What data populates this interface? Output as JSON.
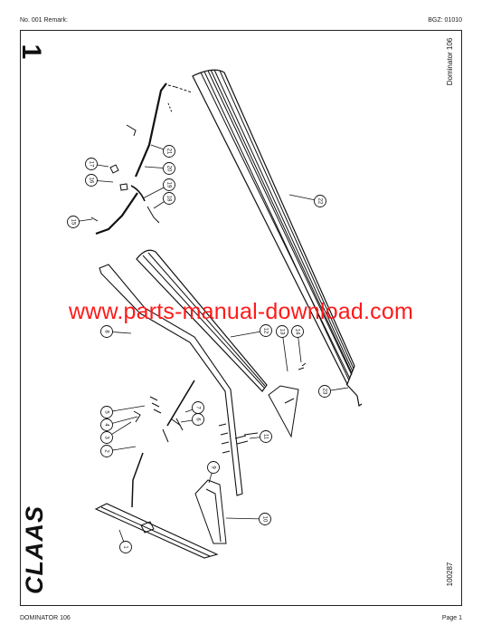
{
  "header": {
    "left": "No. 001   Remark:",
    "right": "BGZ: 01010"
  },
  "footer": {
    "left": "DOMINATOR 106",
    "right": "Page 1"
  },
  "sheet": {
    "number": "1",
    "model": "Dominator 106",
    "drawing_code": "100287"
  },
  "brand": "CLAAS",
  "watermark": "www.parts-manual-download.com",
  "callouts": [
    "1",
    "2",
    "3",
    "4",
    "5",
    "6",
    "7",
    "8",
    "9",
    "10",
    "11",
    "12",
    "13",
    "14",
    "15",
    "16",
    "17",
    "18",
    "19",
    "20",
    "21",
    "22",
    "23"
  ],
  "colors": {
    "ink": "#111111",
    "watermark": "#ff1a1a"
  }
}
